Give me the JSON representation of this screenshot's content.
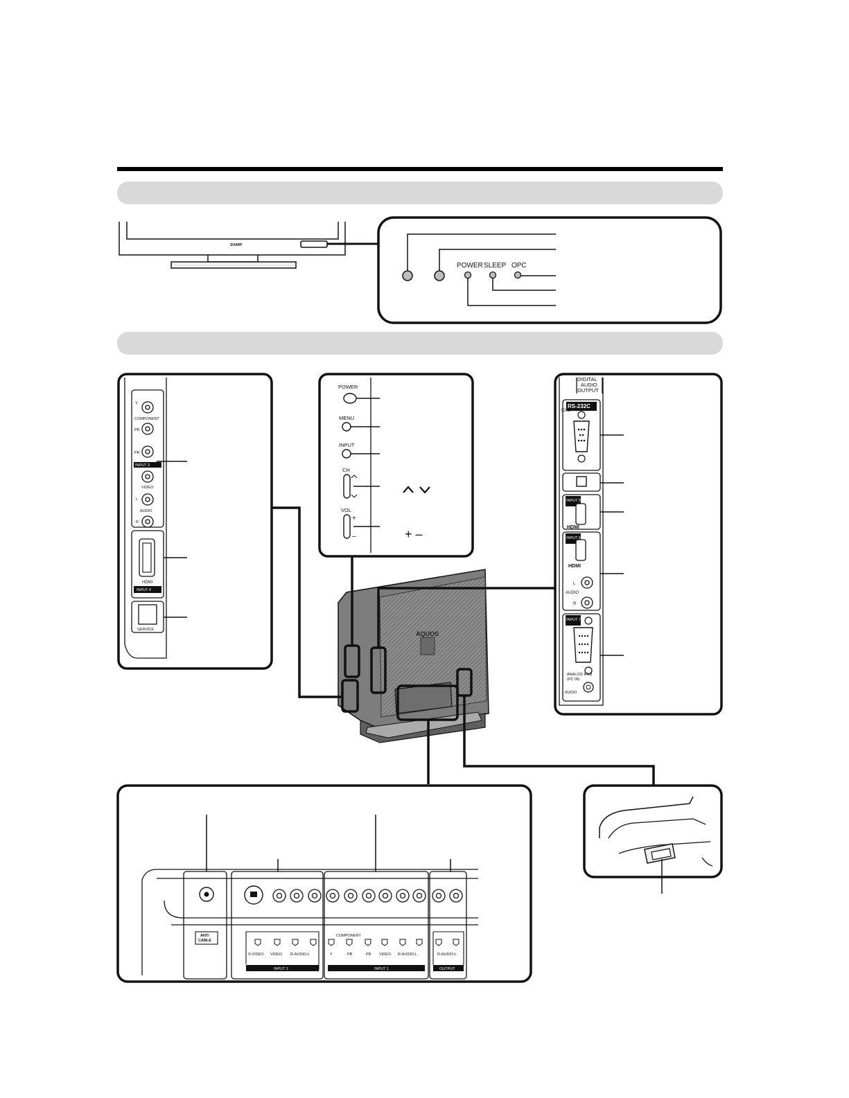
{
  "front_panel": {
    "brand": "SHARP",
    "indicators": {
      "power": "POWER",
      "sleep": "SLEEP",
      "opc": "OPC"
    }
  },
  "side_panel_left": {
    "component": "COMPONENT",
    "y": "Y",
    "pb": "PB",
    "pr": "PR",
    "input3": "INPUT 3",
    "video": "VIDEO",
    "audio": "AUDIO",
    "l": "L",
    "r": "R",
    "hdmi": "HDMI",
    "input4": "INPUT 4",
    "service": "SERVICE"
  },
  "side_controls": {
    "power": "POWER",
    "menu": "MENU",
    "input": "INPUT",
    "ch": "CH",
    "vol": "VOL",
    "plus": "+",
    "minus": "–",
    "ch_symbols": "∧ ∨",
    "vol_symbols": "+ –"
  },
  "rear_right_panel": {
    "digital_audio_output": "DIGITAL\nAUDIO\nOUTPUT",
    "rs232c": "RS-232C",
    "rs232c_sub": "IOIOI",
    "input5": "INPUT 5",
    "input6": "INPUT 6",
    "hdmi": "HDMI",
    "audio": "AUDIO",
    "l": "L",
    "r": "R",
    "input7": "INPUT 7",
    "analog_rgb": "ANALOG RGB",
    "pc_in": "(PC IN)"
  },
  "tv_back": {
    "logo": "AQUOS"
  },
  "bottom_panel": {
    "ant_cable": "ANT/\nCABLE",
    "s_video": "S-VIDEO",
    "video": "VIDEO",
    "r_audio_l": "R-AUDIO-L",
    "input2": "INPUT 2",
    "component": "COMPONENT",
    "y": "Y",
    "pb": "PB",
    "pr": "PR",
    "input1": "INPUT 1",
    "output": "OUTPUT"
  },
  "colors": {
    "ink": "#111111",
    "section_bar": "#d9d9d9",
    "indicator": "#bdbdbd",
    "tv_body": "#9a9a9a"
  }
}
